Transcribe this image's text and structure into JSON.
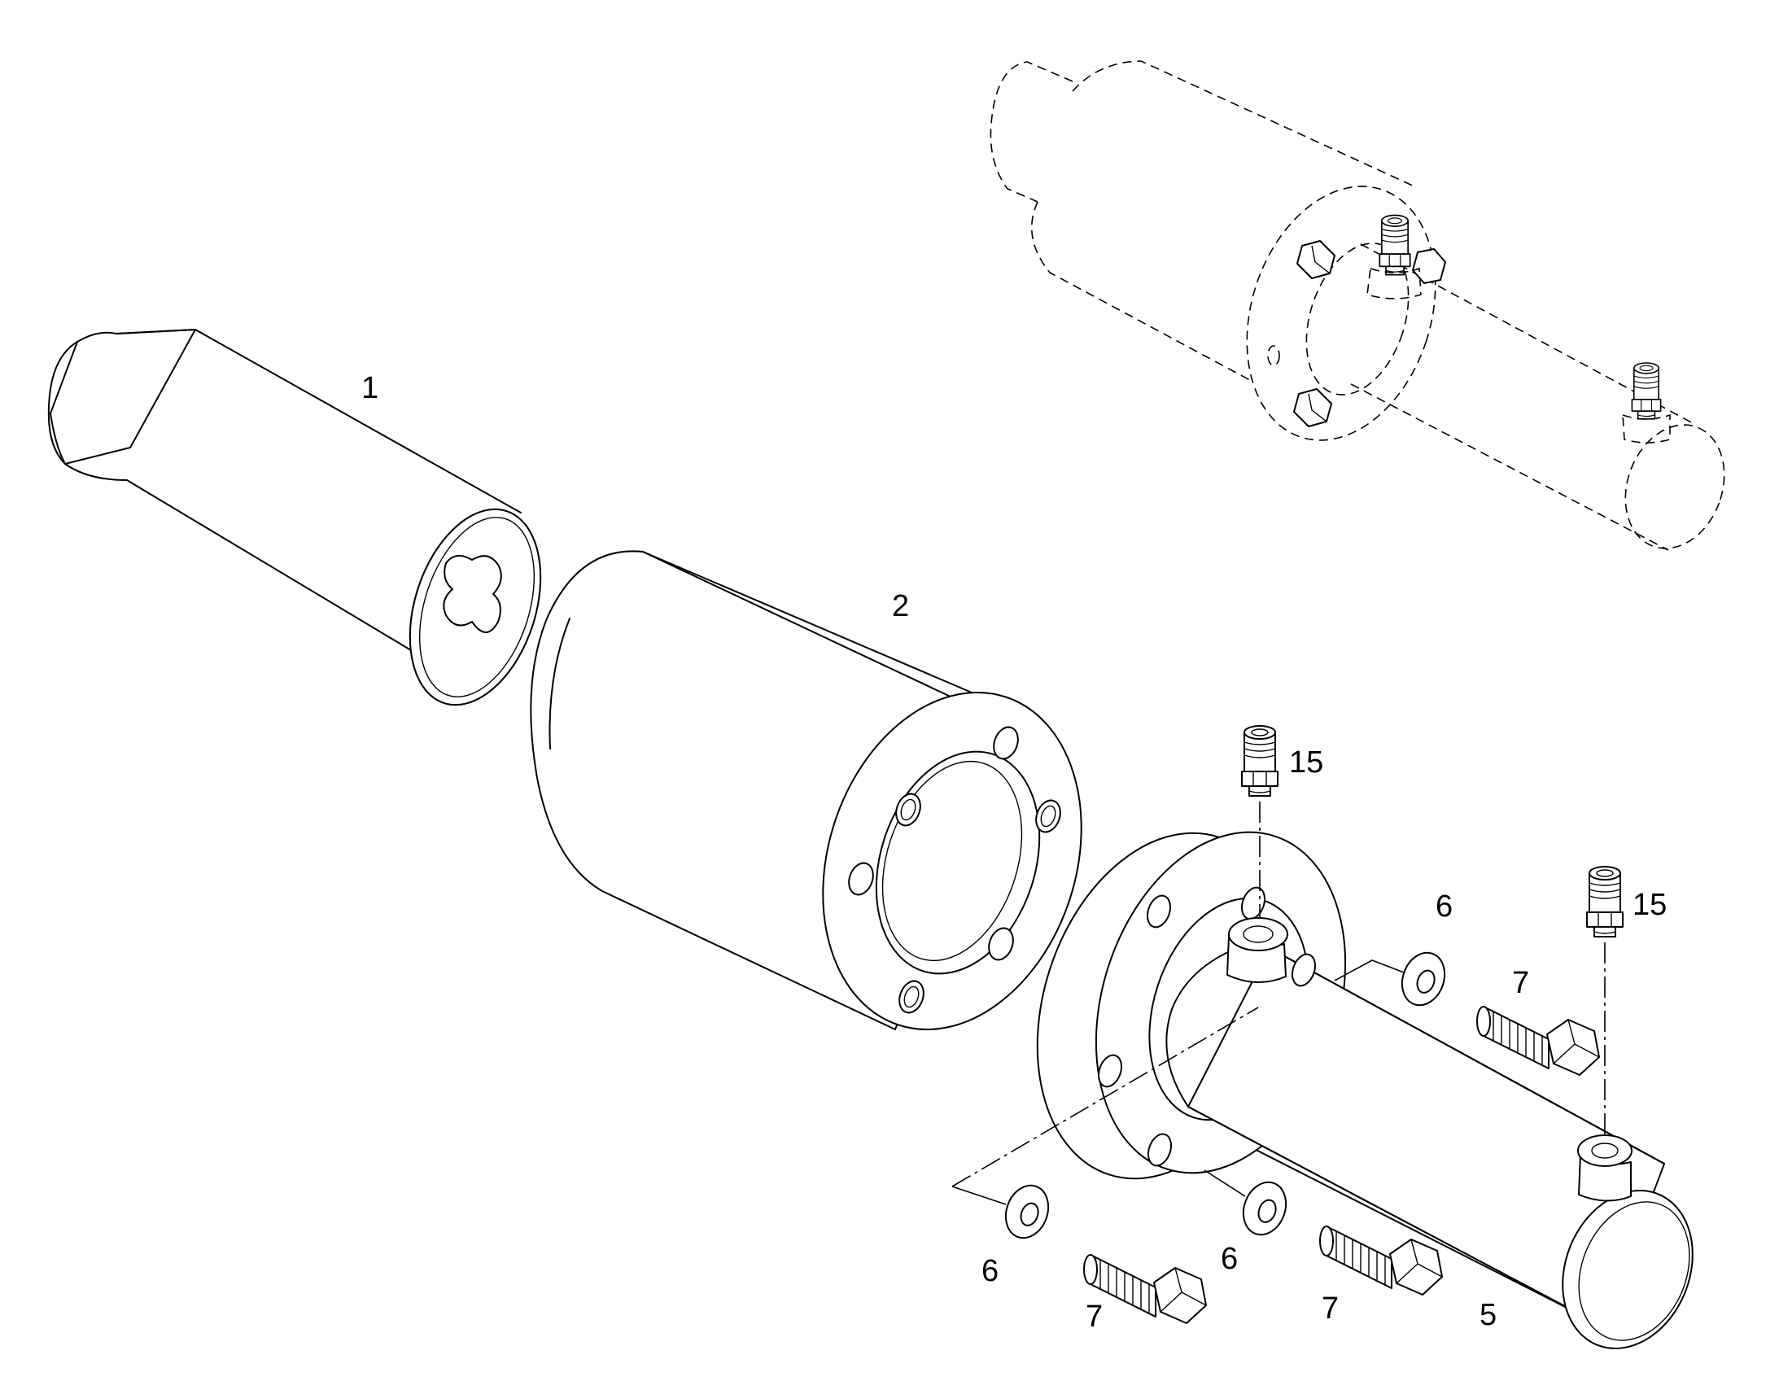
{
  "callouts": [
    {
      "id": "item-1",
      "label": "1"
    },
    {
      "id": "item-2",
      "label": "2"
    },
    {
      "id": "item-5",
      "label": "5"
    },
    {
      "id": "item-6a",
      "label": "6"
    },
    {
      "id": "item-6b",
      "label": "6"
    },
    {
      "id": "item-6c",
      "label": "6"
    },
    {
      "id": "item-7a",
      "label": "7"
    },
    {
      "id": "item-7b",
      "label": "7"
    },
    {
      "id": "item-7c",
      "label": "7"
    },
    {
      "id": "item-15a",
      "label": "15"
    },
    {
      "id": "item-15b",
      "label": "15"
    }
  ]
}
